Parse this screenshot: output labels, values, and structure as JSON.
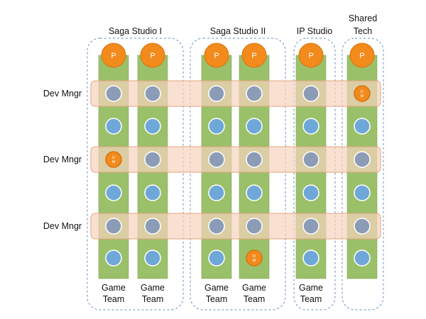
{
  "studios": [
    {
      "title": [
        "Saga Studio I"
      ]
    },
    {
      "title": [
        "Saga Studio II"
      ]
    },
    {
      "title": [
        "IP Studio"
      ]
    },
    {
      "title": [
        "Shared",
        "Tech"
      ]
    }
  ],
  "row_labels": [
    "Dev Mngr",
    "Dev Mngr",
    "Dev Mngr"
  ],
  "team_label": [
    "Game",
    "Team"
  ],
  "producer_label": "P",
  "dev_manager_label": [
    "D",
    "M"
  ],
  "columns": [
    {
      "studio": 0,
      "team_label": true,
      "dev_manager_row": 2
    },
    {
      "studio": 0,
      "team_label": true,
      "dev_manager_row": null
    },
    {
      "studio": 1,
      "team_label": true,
      "dev_manager_row": null
    },
    {
      "studio": 1,
      "team_label": true,
      "dev_manager_row": 5
    },
    {
      "studio": 2,
      "team_label": true,
      "dev_manager_row": null
    },
    {
      "studio": 3,
      "team_label": false,
      "dev_manager_row": 0
    }
  ],
  "colors": {
    "producer": "#f28a1c",
    "dev_manager": "#f28a1c",
    "member": "#6fa8d8",
    "member_in_band": "#8c9cb6",
    "column": "#9bc06a",
    "band": "#f7d3bd",
    "band_border": "#e3a37e",
    "studio_border": "#6b8fbf"
  }
}
